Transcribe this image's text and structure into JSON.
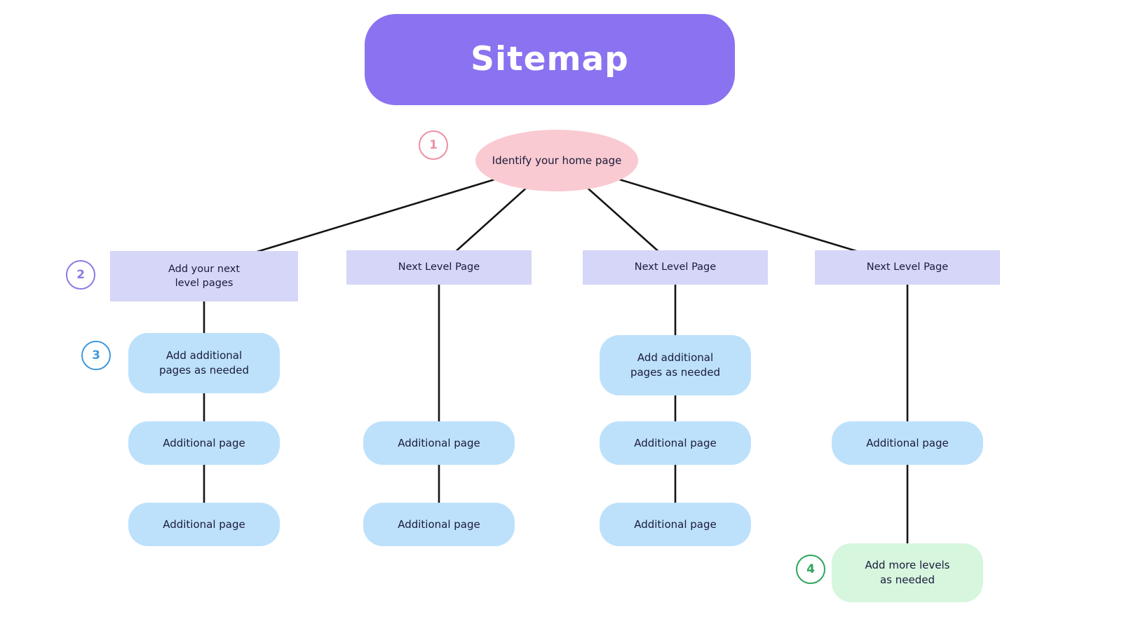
{
  "title": {
    "label": "Sitemap"
  },
  "root": {
    "label": "Identify your home page"
  },
  "steps": [
    {
      "number": "1",
      "color": "#EE8FA2"
    },
    {
      "number": "2",
      "color": "#8A7BE4"
    },
    {
      "number": "3",
      "color": "#4199DC"
    },
    {
      "number": "4",
      "color": "#2EA45D"
    }
  ],
  "columns": [
    {
      "level2": "Add your next\nlevel pages",
      "children": [
        "Add additional\npages as needed",
        "Additional page",
        "Additional page"
      ]
    },
    {
      "level2": "Next Level Page",
      "children": [
        "Additional page",
        "Additional page"
      ]
    },
    {
      "level2": "Next Level Page",
      "children": [
        "Add additional\npages as needed",
        "Additional page",
        "Additional page"
      ]
    },
    {
      "level2": "Next Level Page",
      "children": [
        "Additional page",
        "Add more levels\nas needed"
      ]
    }
  ],
  "colors": {
    "background": "#FFFFFF",
    "title_bg": "#8B72F0",
    "title_text": "#FFFFFF",
    "root_bg": "#F9CAD1",
    "level2_bg": "#D5D6F8",
    "child_bg": "#BDE1FB",
    "highlight_bg": "#D6F6DE",
    "badge1": "#EE8FA2",
    "badge2": "#8A7BE4",
    "badge3": "#4199DC",
    "badge4": "#2EA45D",
    "text": "#1A1B3A",
    "line": "#141414"
  }
}
